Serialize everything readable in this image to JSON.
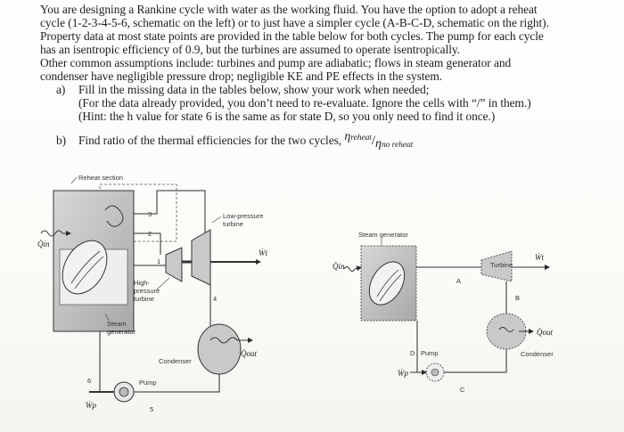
{
  "problem": {
    "lines": [
      "You are designing a Rankine cycle with water as the working fluid. You have the option to adopt a reheat",
      "cycle (1-2-3-4-5-6, schematic on the left) or to just have a simpler cycle (A-B-C-D, schematic on the right).",
      "Property data at most state points are provided in the table below for both cycles. The pump for each cycle",
      "has an isentropic efficiency of 0.9, but the turbines are assumed to operate isentropically.",
      "Other common assumptions include: turbines and pump are adiabatic; flows in steam generator and",
      "condenser have negligible pressure drop; negligible KE and PE effects in the system."
    ],
    "part_a": {
      "marker": "a)",
      "lines": [
        "Fill in the missing data in the tables below, show your work when needed;",
        "(For the data already provided, you don’t need to re-evaluate. Ignore the cells with “/” in them.)",
        "(Hint: the h value for state 6 is the same as for state D, so you only need to find it once.)"
      ]
    },
    "part_b": {
      "marker": "b)",
      "text": "Find ratio of the thermal efficiencies for the two cycles,",
      "eta_reheat": "η",
      "reheat_sub": "reheat",
      "slash": "/",
      "eta_no_reheat": "η",
      "no_reheat_sub": "no reheat"
    }
  },
  "left_schematic": {
    "reheat_section": "Reheat section",
    "low_pressure_turbine_1": "Low-pressure",
    "low_pressure_turbine_2": "turbine",
    "high_pressure_turbine_1": "High-",
    "high_pressure_turbine_2": "pressure",
    "high_pressure_turbine_3": "turbine",
    "steam_generator_1": "Steam",
    "steam_generator_2": "generator",
    "condenser": "Condenser",
    "pump": "Pump",
    "q_in": "Q̇in",
    "q_out": "Q̇out",
    "w_t": "Ẇt",
    "w_p": "Ẇp",
    "states": [
      "1",
      "2",
      "3",
      "4",
      "5",
      "6"
    ]
  },
  "right_schematic": {
    "steam_generator": "Steam generator",
    "turbine": "Turbine",
    "condenser": "Condenser",
    "pump_label": "Pump",
    "q_in": "Q̇in",
    "q_out": "Q̇out",
    "w_t": "Ẇt",
    "w_p": "Ẇp",
    "states": [
      "A",
      "B",
      "C",
      "D"
    ]
  },
  "colors": {
    "text": "#1e1e1e",
    "paper": "#fdfdfb",
    "equipment_fill": "#c9c9c9",
    "equipment_dark": "#9a9a9a",
    "line": "#2a2a2a"
  }
}
